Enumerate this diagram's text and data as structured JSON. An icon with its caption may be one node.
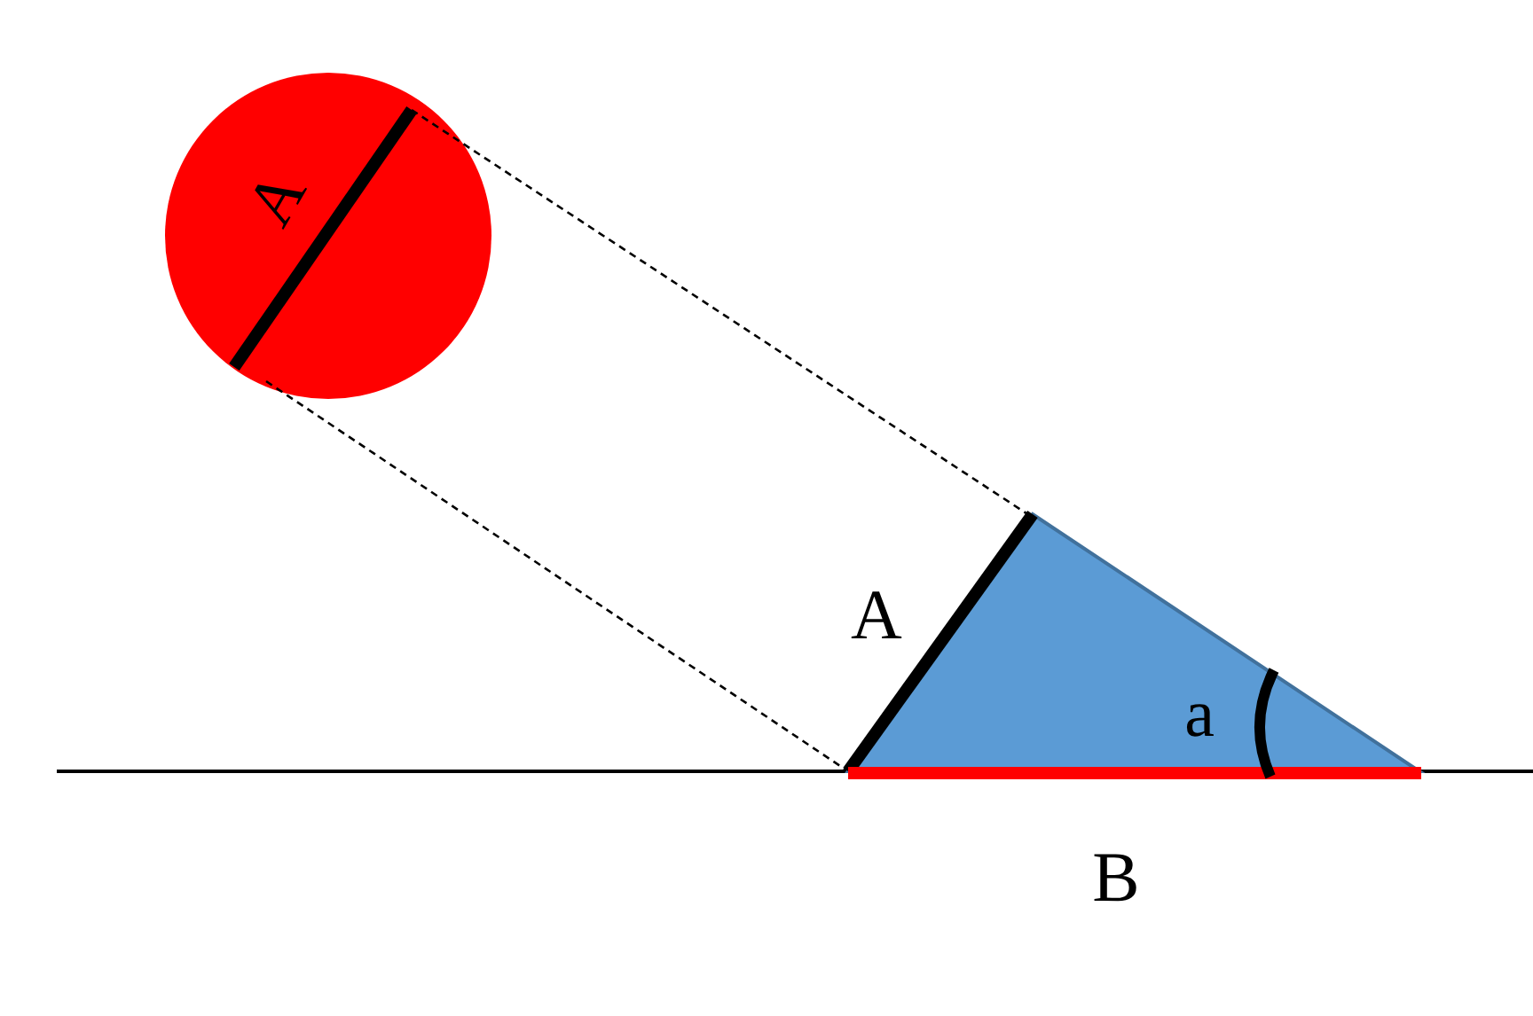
{
  "diagram": {
    "labels": [
      "A",
      "A",
      "a",
      "B"
    ]
  }
}
